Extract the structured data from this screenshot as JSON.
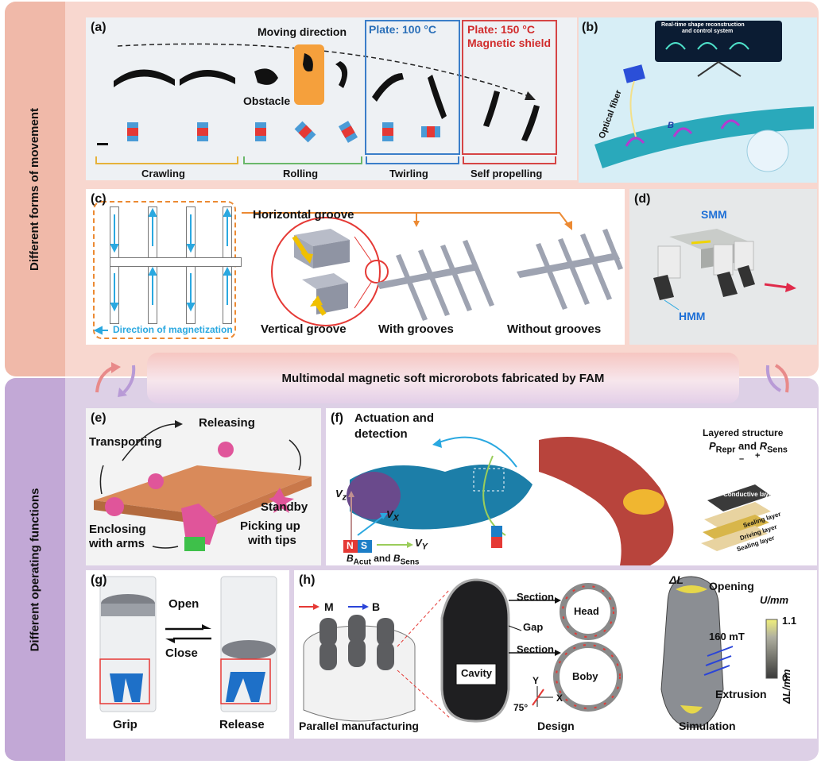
{
  "side_labels": {
    "top": "Different forms of movement",
    "bottom": "Different operating functions"
  },
  "banner": "Multimodal magnetic soft microrobots fabricated by FAM",
  "panel_a": {
    "label": "(a)",
    "moving_direction": "Moving direction",
    "obstacle": "Obstacle",
    "plate100": "Plate: 100 °C",
    "plate150": "Plate: 150 °C",
    "magnetic_shield": "Magnetic shield",
    "modes": [
      "Crawling",
      "Rolling",
      "Twirling",
      "Self propelling"
    ],
    "colors": {
      "crawling": "#e6b23a",
      "rolling": "#6ab86a",
      "twirling": "#3b7ec9",
      "self": "#d64545"
    }
  },
  "panel_b": {
    "label": "(b)",
    "screen_title_1": "Real-time shape reconstruction",
    "screen_title_2": "and control system",
    "fiber": "Optical fiber",
    "field": "B"
  },
  "panel_c": {
    "label": "(c)",
    "horizontal": "Horizontal groove",
    "vertical": "Vertical groove",
    "with": "With grooves",
    "without": "Without grooves",
    "magnetization": "Direction of magnetization"
  },
  "panel_d": {
    "label": "(d)",
    "smm": "SMM",
    "hmm": "HMM"
  },
  "panel_e": {
    "label": "(e)",
    "releasing": "Releasing",
    "transporting": "Transporting",
    "standby": "Standby",
    "enclosing_1": "Enclosing",
    "enclosing_2": "with arms",
    "picking_1": "Picking up",
    "picking_2": "with tips"
  },
  "panel_f": {
    "label": "(f)",
    "title_1": "Actuation and",
    "title_2": "detection",
    "vz": "V",
    "vz_sub": "z",
    "vx": "V",
    "vx_sub": "X",
    "vy": "V",
    "vy_sub": "Y",
    "b_1": "B",
    "b_1_sub": "Acut",
    "b_and": " and ",
    "b_2": "B",
    "b_2_sub": "Sens",
    "layered": "Layered structure",
    "p": "P",
    "p_sub": "Repr",
    "and": " and ",
    "r": "R",
    "r_sub": "Sens",
    "conductive": "Conductive layer",
    "sealing1": "Sealing layer",
    "driving": "Driving layer",
    "sealing2": "Sealing layer",
    "n": "N",
    "s": "S",
    "minus": "–",
    "plus": "+"
  },
  "panel_g": {
    "label": "(g)",
    "open": "Open",
    "close": "Close",
    "grip": "Grip",
    "release": "Release"
  },
  "panel_h": {
    "label": "(h)",
    "m": "M",
    "b": "B",
    "parallel": "Parallel manufacturing",
    "section1": "Section",
    "section2": "Section",
    "gap": "Gap",
    "cavity": "Cavity",
    "head": "Head",
    "boby": "Boby",
    "y": "Y",
    "x": "X",
    "angle": "75°",
    "design": "Design",
    "delta_l": "ΔL",
    "opening": "Opening",
    "field": "160 mT",
    "extrusion": "Extrusion",
    "simulation": "Simulation",
    "colorbar_title": "U/mm",
    "colorbar_max": "1.1",
    "colorbar_min": "0",
    "colorbar_axis": "ΔL/mm"
  }
}
